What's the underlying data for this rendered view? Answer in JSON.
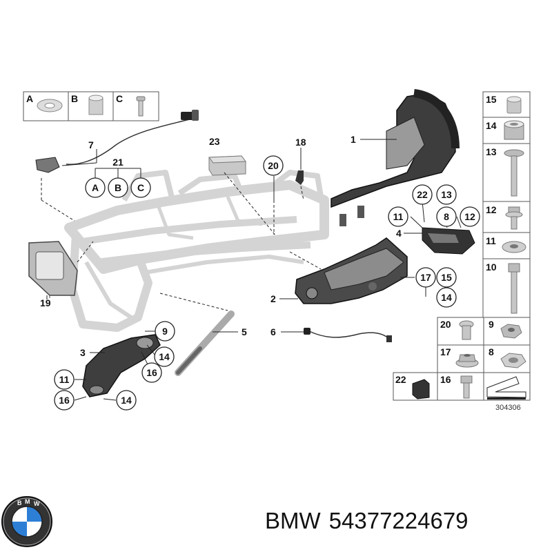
{
  "diagram": {
    "ref_number": "304306",
    "top_legend": [
      {
        "letter": "A",
        "icon": "washer-icon"
      },
      {
        "letter": "B",
        "icon": "sleeve-icon"
      },
      {
        "letter": "C",
        "icon": "screw-icon"
      }
    ],
    "callouts": {
      "c1": "1",
      "c2": "2",
      "c3": "3",
      "c4": "4",
      "c5": "5",
      "c6": "6",
      "c7": "7",
      "c18": "18",
      "c19": "19",
      "c23": "23",
      "r20": "20",
      "r21": "21",
      "rA": "A",
      "rB": "B",
      "rC": "C",
      "r22": "22",
      "r13": "13",
      "r11a": "11",
      "r8": "8",
      "r12": "12",
      "r17": "17",
      "r15": "15",
      "r14a": "14",
      "r9": "9",
      "r14b": "14",
      "r16a": "16",
      "r11b": "11",
      "r16b": "16",
      "r14c": "14"
    },
    "side_legend": [
      {
        "number": "15",
        "icon": "bushing-icon"
      },
      {
        "number": "14",
        "icon": "sleeve-icon"
      },
      {
        "number": "13",
        "icon": "bolt-icon"
      },
      {
        "number": "12",
        "icon": "flange-bolt-icon"
      },
      {
        "number": "11",
        "icon": "washer-icon"
      },
      {
        "number": "10",
        "icon": "long-bolt-icon"
      }
    ],
    "bottom_legend": [
      {
        "number": "20",
        "icon": "rivet-icon"
      },
      {
        "number": "9",
        "icon": "nut-icon"
      },
      {
        "number": "17",
        "icon": "flange-nut-icon"
      },
      {
        "number": "8",
        "icon": "lock-nut-icon"
      },
      {
        "number": "22",
        "icon": "rubber-buffer-icon"
      },
      {
        "number": "16",
        "icon": "screw-icon"
      }
    ]
  },
  "footer": {
    "brand": "BMW",
    "part_number": "54377224679"
  }
}
